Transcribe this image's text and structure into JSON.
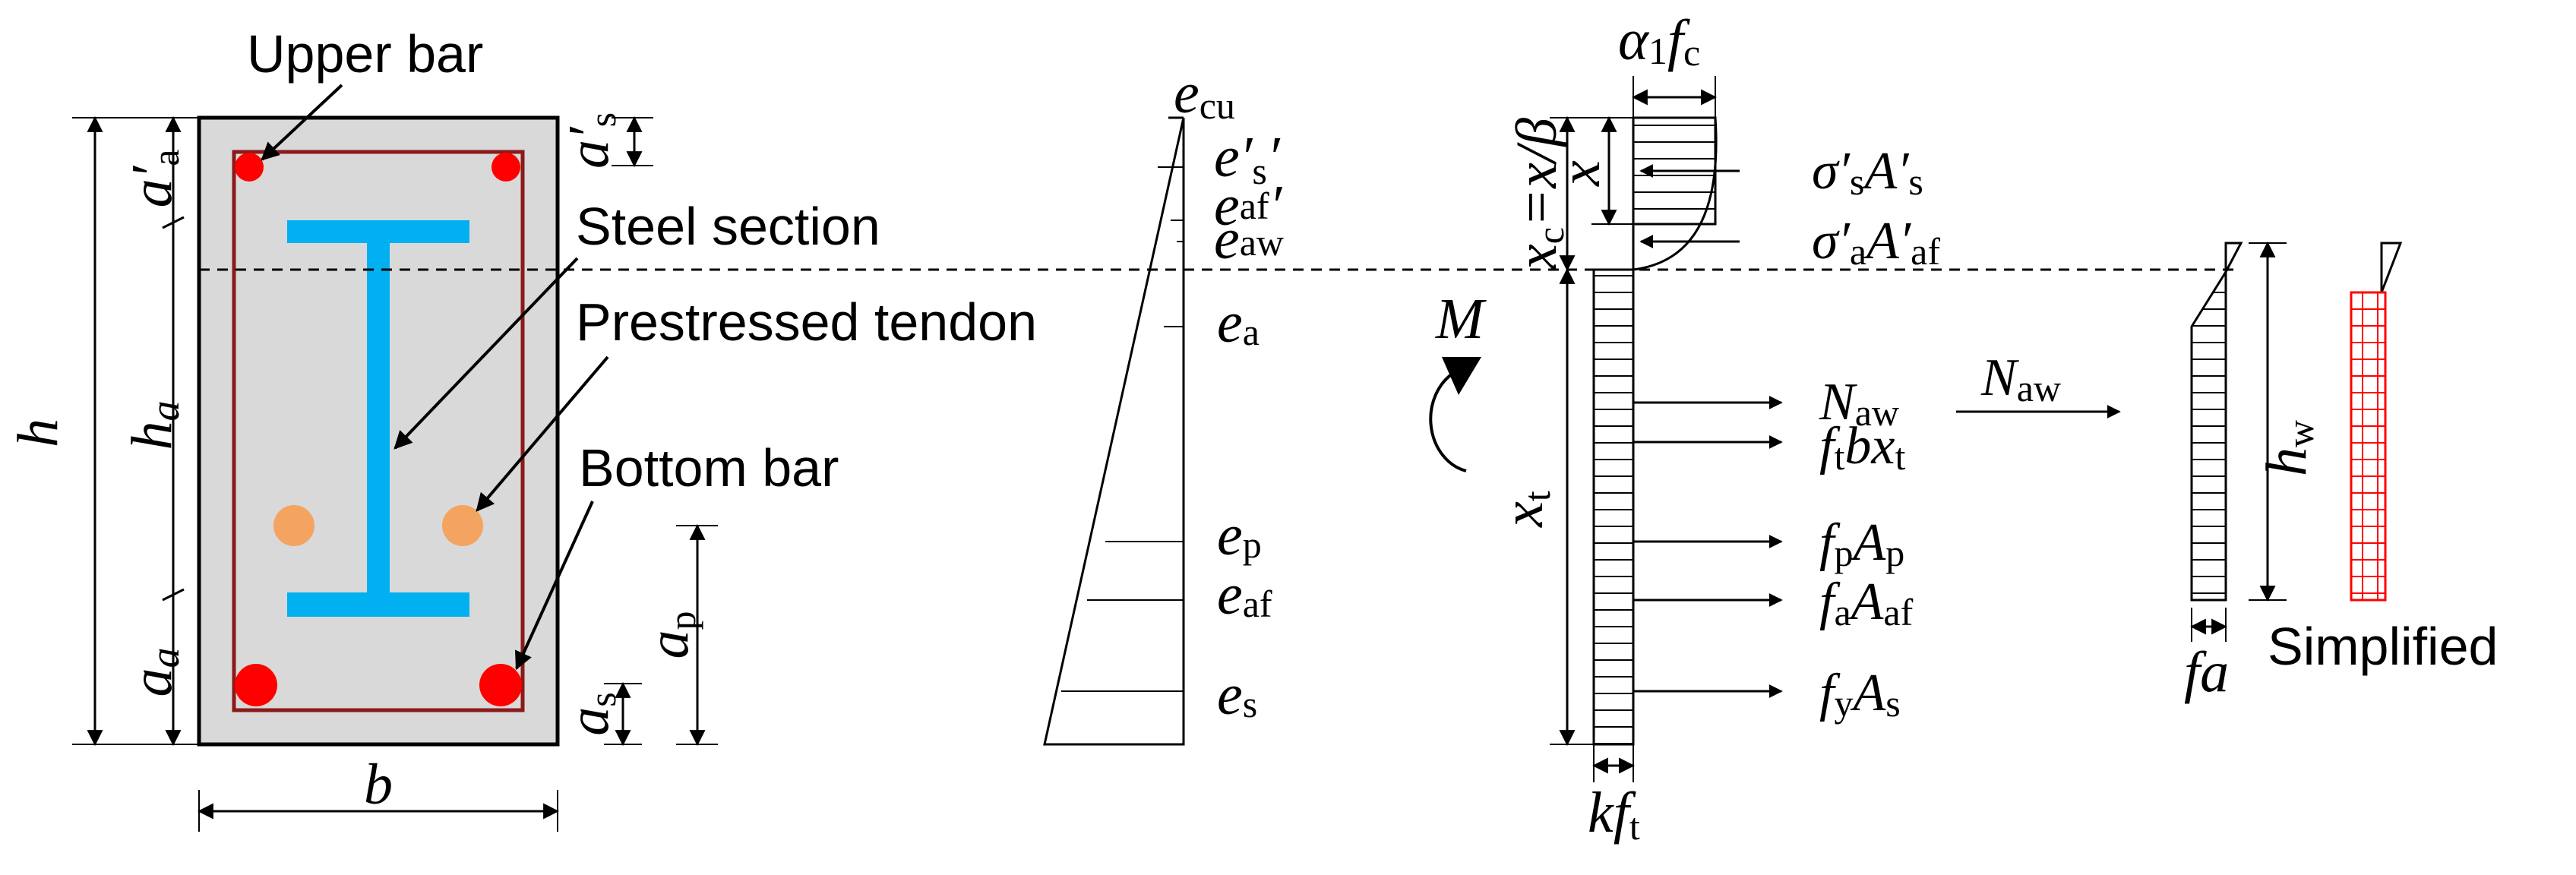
{
  "colors": {
    "concrete": "#d9d9d9",
    "steel_section": "#00b0f0",
    "tendon": "#f4a460",
    "rebar": "#ff0000",
    "stirrup": "#8b1a1a",
    "simplified_block": "#ff0000"
  },
  "section_labels": {
    "upper_bar": "Upper bar",
    "steel_section": "Steel section",
    "prestressed_tendon": "Prestressed tendon",
    "bottom_bar": "Bottom bar"
  },
  "section_dims": {
    "h": "h",
    "b": "b",
    "ha": "h",
    "ha_sub": "a",
    "aa": "a",
    "aa_sub": "a",
    "a_prime_a": "a′",
    "a_prime_a_sub": "a",
    "a_prime_s": "a′",
    "a_prime_s_sub": "s",
    "as": "a",
    "as_sub": "s",
    "ap": "a",
    "ap_sub": "p"
  },
  "strain_labels": {
    "ecu": "e",
    "ecu_sub": "cu",
    "e_prime_s": "e′",
    "e_prime_s_sub": "s",
    "e_prime_s_tail": "′",
    "e_af_prime": "e",
    "e_af_prime_sub": "af",
    "e_af_prime_tail": "′",
    "e_aw": "e",
    "e_aw_sub": "aw",
    "ea": "e",
    "ea_sub": "a",
    "ep": "e",
    "ep_sub": "p",
    "eaf": "e",
    "eaf_sub": "af",
    "es": "e",
    "es_sub": "s"
  },
  "stress_labels": {
    "alpha1fc_a": "α",
    "alpha1fc_1": "1",
    "alpha1fc_f": "f",
    "alpha1fc_c": "c",
    "x": "x",
    "xc_x": "x",
    "xc_sub": "c",
    "xc_rest": "=x/β",
    "xt": "x",
    "xt_sub": "t",
    "M": "M",
    "kft_k": "kf",
    "kft_sub": "t"
  },
  "forces": {
    "sigma_s_1": "σ′",
    "sigma_s_sub1": "s",
    "sigma_s_2": "A′",
    "sigma_s_sub2": "s",
    "sigma_a_1": "σ′",
    "sigma_a_sub1": "a",
    "sigma_a_2": "A′",
    "sigma_a_sub2": "af",
    "naw_1": "N",
    "naw_sub": "aw",
    "ftbxt_1": "f",
    "ftbxt_sub1": "t",
    "ftbxt_2": "bx",
    "ftbxt_sub2": "t",
    "fpap_1": "f",
    "fpap_sub1": "p",
    "fpap_2": "A",
    "fpap_sub2": "p",
    "faaaf_1": "f",
    "faaaf_sub1": "a",
    "faaaf_2": "A",
    "faaaf_sub2": "af",
    "fyas_1": "f",
    "fyas_sub1": "y",
    "fyas_2": "A",
    "fyas_sub2": "s"
  },
  "web_block": {
    "naw": "N",
    "naw_sub": "aw",
    "hw": "h",
    "hw_sub": "w",
    "fa": "fa",
    "simplified": "Simplified"
  }
}
